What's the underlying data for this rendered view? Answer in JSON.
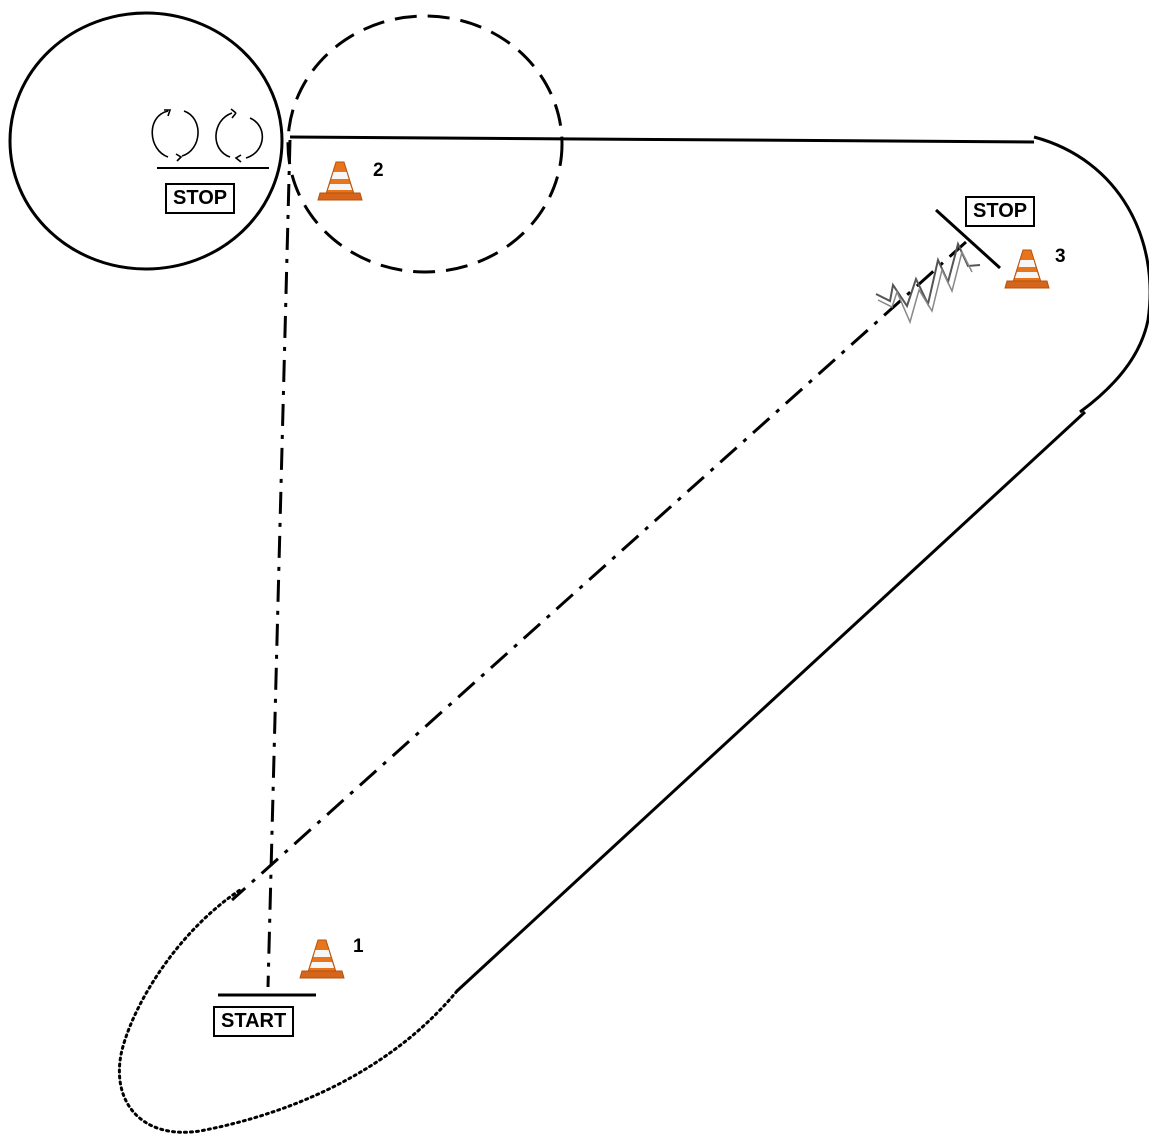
{
  "labels": {
    "start": "START",
    "stop_left": "STOP",
    "stop_right": "STOP"
  },
  "cones": [
    {
      "number": "1"
    },
    {
      "number": "2"
    },
    {
      "number": "3"
    }
  ],
  "colors": {
    "line": "#000000",
    "cone_orange": "#e8741c",
    "cone_dark": "#b4520e",
    "cone_stripe": "#f6f6f6"
  },
  "icons": {
    "rotate_ccw": "rotate-ccw-icon",
    "rotate_cw": "rotate-cw-icon",
    "zigzag": "zigzag-icon"
  }
}
